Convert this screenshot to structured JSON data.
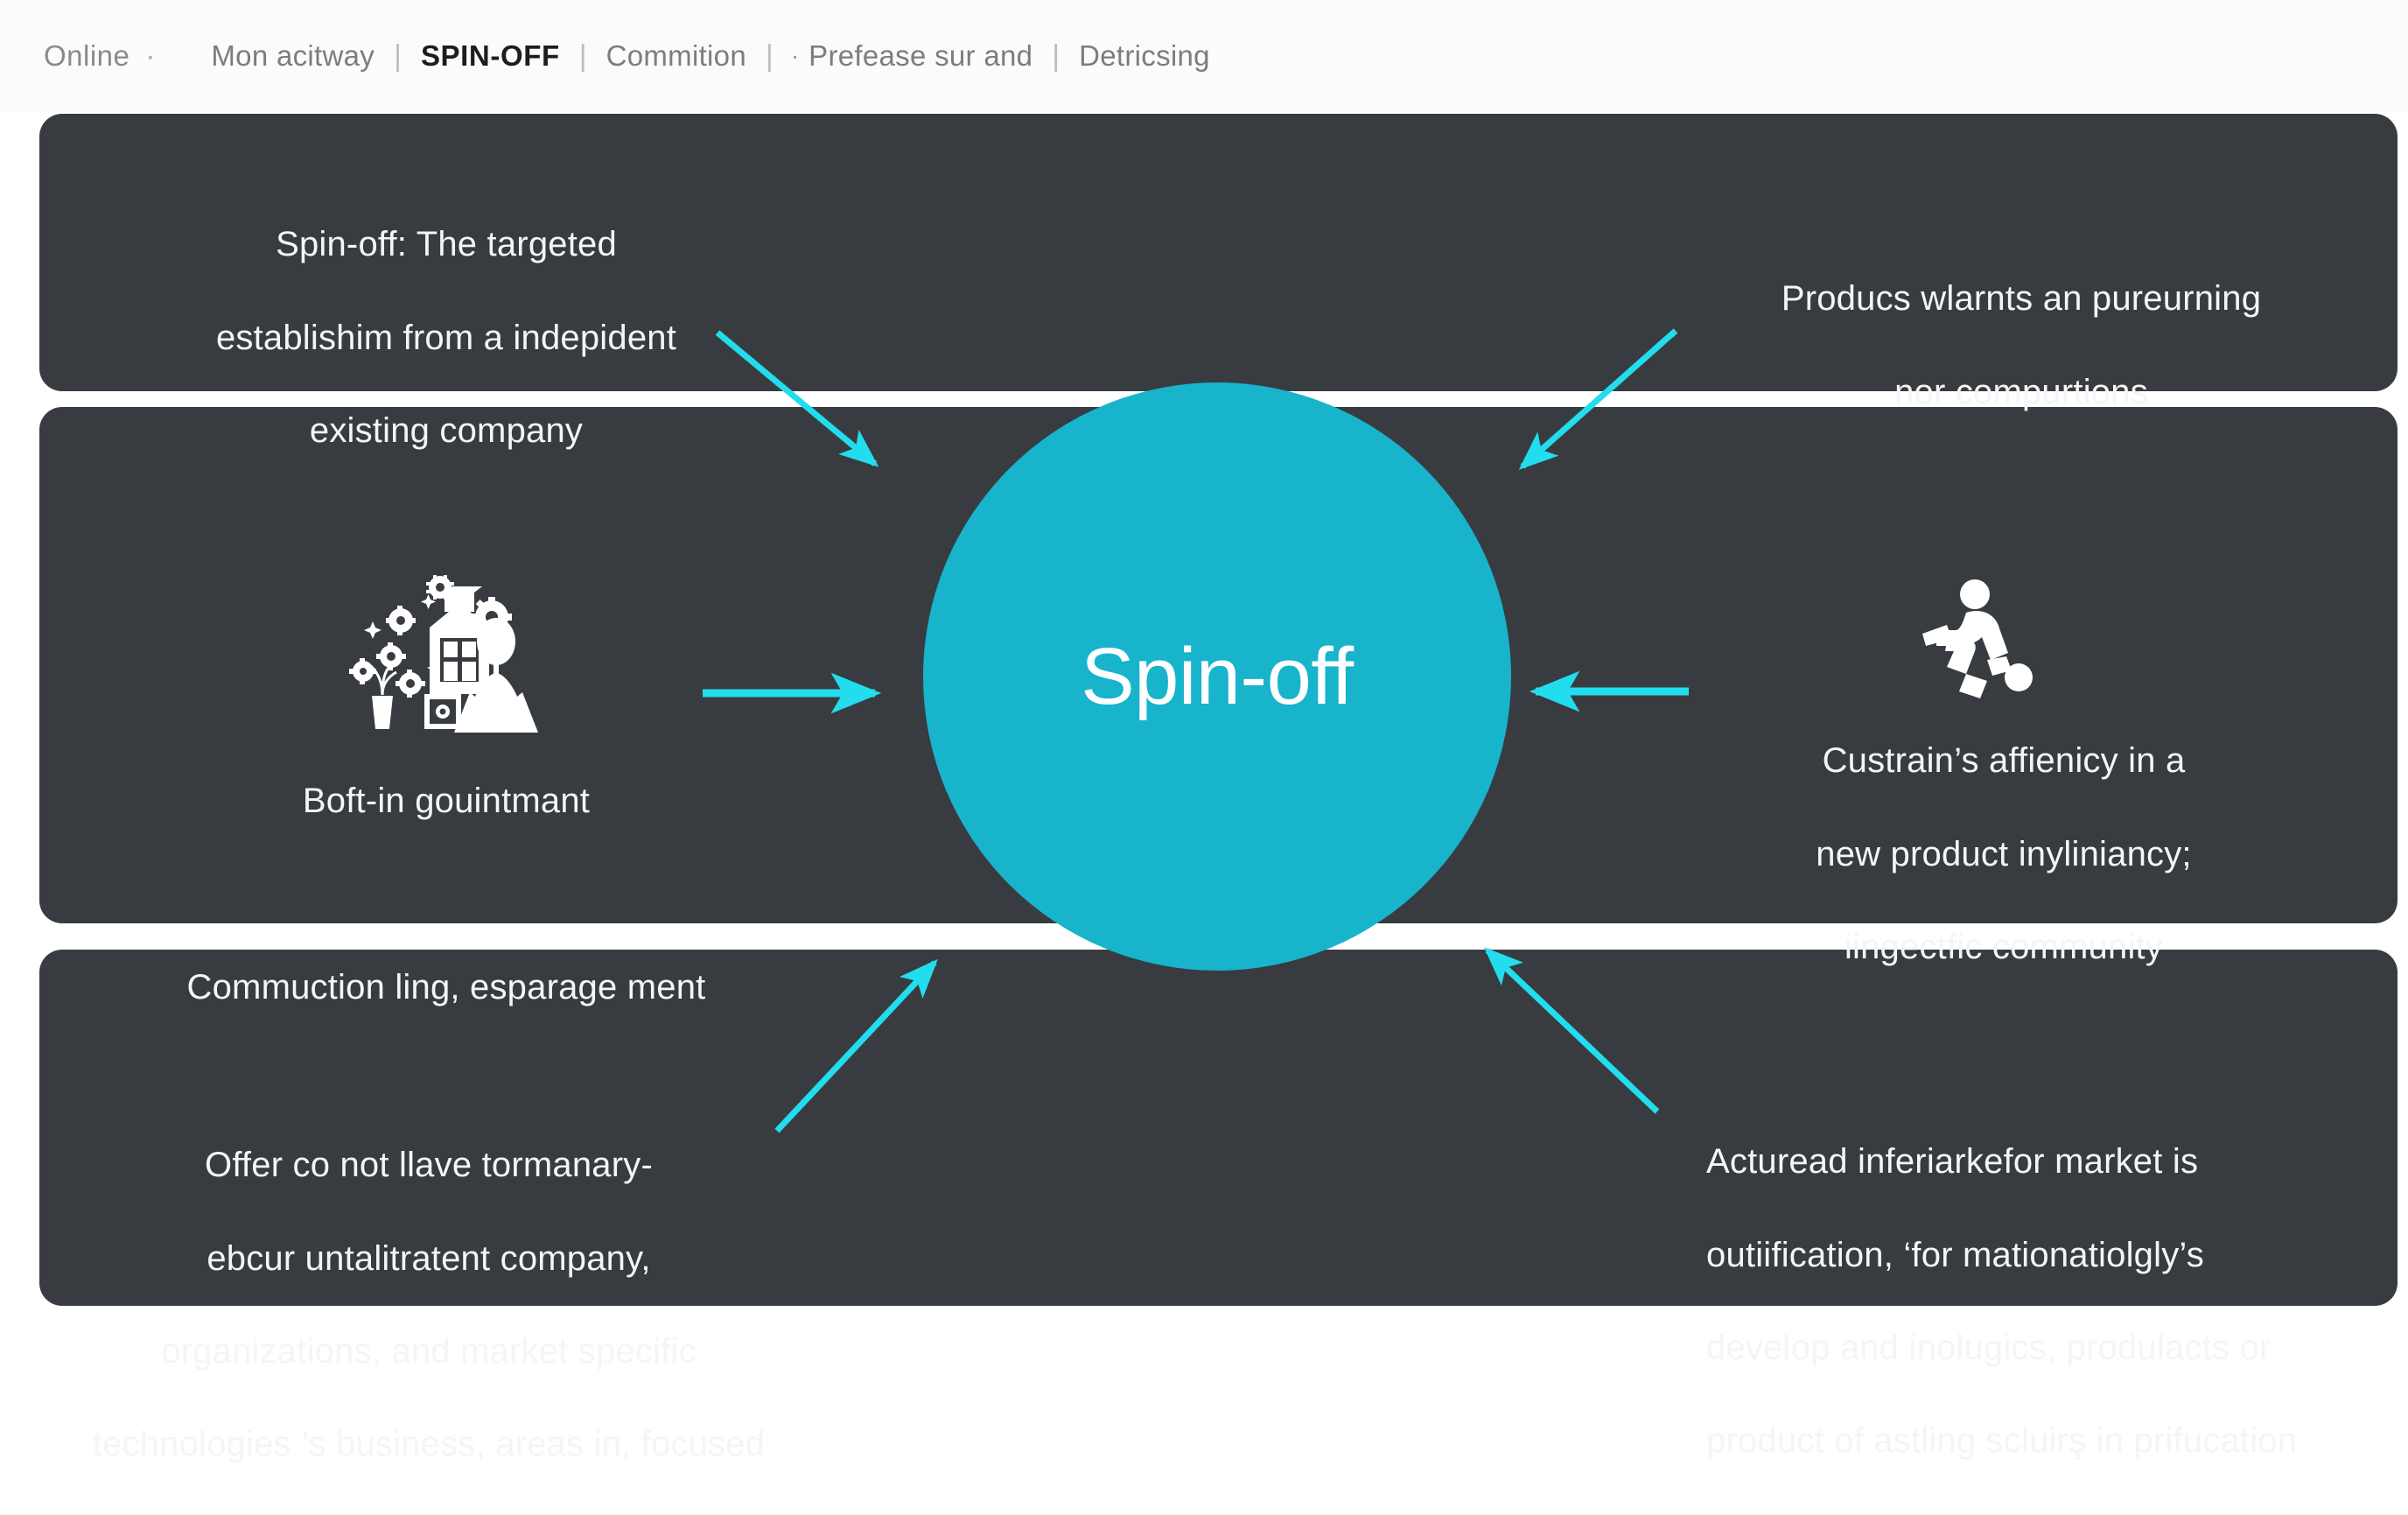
{
  "header": {
    "brand": "Online",
    "brand_dot": "·",
    "nav": [
      {
        "label": "Mon acitway",
        "active": false,
        "leading_dot": ""
      },
      {
        "label": "SPIN-OFF",
        "active": true,
        "leading_dot": ""
      },
      {
        "label": "Commition",
        "active": false,
        "leading_dot": ""
      },
      {
        "label": "Prefease sur and",
        "active": false,
        "leading_dot": "·"
      },
      {
        "label": "Detricsing",
        "active": false,
        "leading_dot": ""
      }
    ],
    "separator": "|"
  },
  "center": {
    "label": "Spin-off",
    "color": "#17b4cc"
  },
  "colors": {
    "panel": "#383c40",
    "page_background": "#ffffff",
    "header_background": "#fbfbfb",
    "accent_cyan": "#22ddee",
    "circle_teal": "#17b4cc",
    "text_light": "#f4f5f6",
    "nav_inactive": "#7d7d7d",
    "nav_active": "#1d1d1d"
  },
  "panels": {
    "top": {
      "name": "top-panel"
    },
    "middle": {
      "name": "middle-panel"
    },
    "bottom": {
      "name": "bottom-panel"
    }
  },
  "blocks": {
    "top_left": {
      "lines": [
        "Spin-off: The targeted",
        "establishim from a indepident",
        "existing company"
      ]
    },
    "top_right": {
      "lines": [
        "Producs wlarnts an pureurning",
        "nor compurtions"
      ]
    },
    "mid_left": {
      "icon": "innovation-gears-person-icon",
      "lines": [
        "Boft-in gouintmant",
        "Commuction ling, esparage ment"
      ]
    },
    "mid_right": {
      "icon": "person-kicking-ball-icon",
      "lines": [
        "Custrain’s affienicy in a",
        "new product inyliniancy;",
        "iingectfic community"
      ]
    },
    "bottom_left": {
      "lines": [
        "Offer co not llave tormanary-",
        "ebcur untalitratent company,",
        "organizations, and market specific",
        "technologies ’s business, areas in, focused"
      ]
    },
    "bottom_right": {
      "lines": [
        "Acturead inferiarkefor market is",
        "outiification, ‘for mationatiolgly’s",
        "develop and inolugics, produlacts or",
        "product of astling scluirş in prifucation"
      ]
    }
  },
  "arrows": [
    {
      "name": "arrow-top-left-to-center",
      "direction": "down-right"
    },
    {
      "name": "arrow-top-right-to-center",
      "direction": "down-left"
    },
    {
      "name": "arrow-mid-left-to-center",
      "direction": "right"
    },
    {
      "name": "arrow-mid-right-to-center",
      "direction": "left"
    },
    {
      "name": "arrow-bottom-left-to-center",
      "direction": "up-right"
    },
    {
      "name": "arrow-bottom-right-to-center",
      "direction": "up-left"
    }
  ]
}
